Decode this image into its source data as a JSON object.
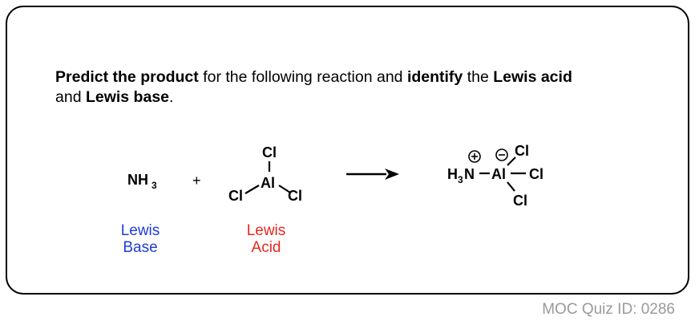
{
  "question": {
    "p1_bold": "Predict the product",
    "p2": " for the following reaction and ",
    "p3_bold": "identify",
    "p4": " the ",
    "p5_bold": "Lewis acid",
    "p6": " and ",
    "p7_bold": "Lewis base",
    "p8": "."
  },
  "reaction": {
    "reactant1": {
      "main": "NH",
      "sub": "3"
    },
    "plus": "+",
    "reactant2": {
      "center": "Al",
      "sub1": "Cl",
      "sub2": "Cl",
      "sub3": "Cl"
    },
    "product": {
      "h": "H",
      "h_sub": "3",
      "n": "N",
      "al": "Al",
      "cl_top": "Cl",
      "cl_right": "Cl",
      "cl_bottom": "Cl",
      "charge_plus": "+",
      "charge_minus": "−"
    }
  },
  "labels": {
    "base": {
      "line1": "Lewis",
      "line2": "Base",
      "color": "#1f3bdb"
    },
    "acid": {
      "line1": "Lewis",
      "line2": "Acid",
      "color": "#e8281e"
    }
  },
  "footer": {
    "quiz_id": "MOC Quiz ID: 0286"
  }
}
